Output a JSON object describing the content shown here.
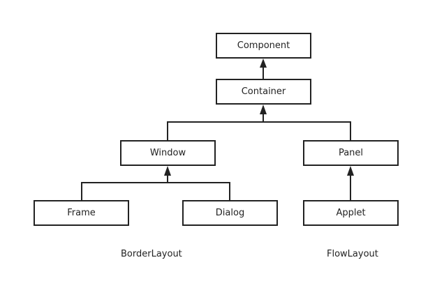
{
  "nodes": {
    "component": "Component",
    "container": "Container",
    "window": "Window",
    "panel": "Panel",
    "frame": "Frame",
    "dialog": "Dialog",
    "applet": "Applet"
  },
  "captions": {
    "border_layout": "BorderLayout",
    "flow_layout": "FlowLayout"
  },
  "edges": [
    {
      "from": "container",
      "to": "component"
    },
    {
      "from": "window",
      "to": "container"
    },
    {
      "from": "panel",
      "to": "container"
    },
    {
      "from": "frame",
      "to": "window"
    },
    {
      "from": "dialog",
      "to": "window"
    },
    {
      "from": "applet",
      "to": "panel"
    }
  ],
  "colors": {
    "line": "#222222"
  }
}
